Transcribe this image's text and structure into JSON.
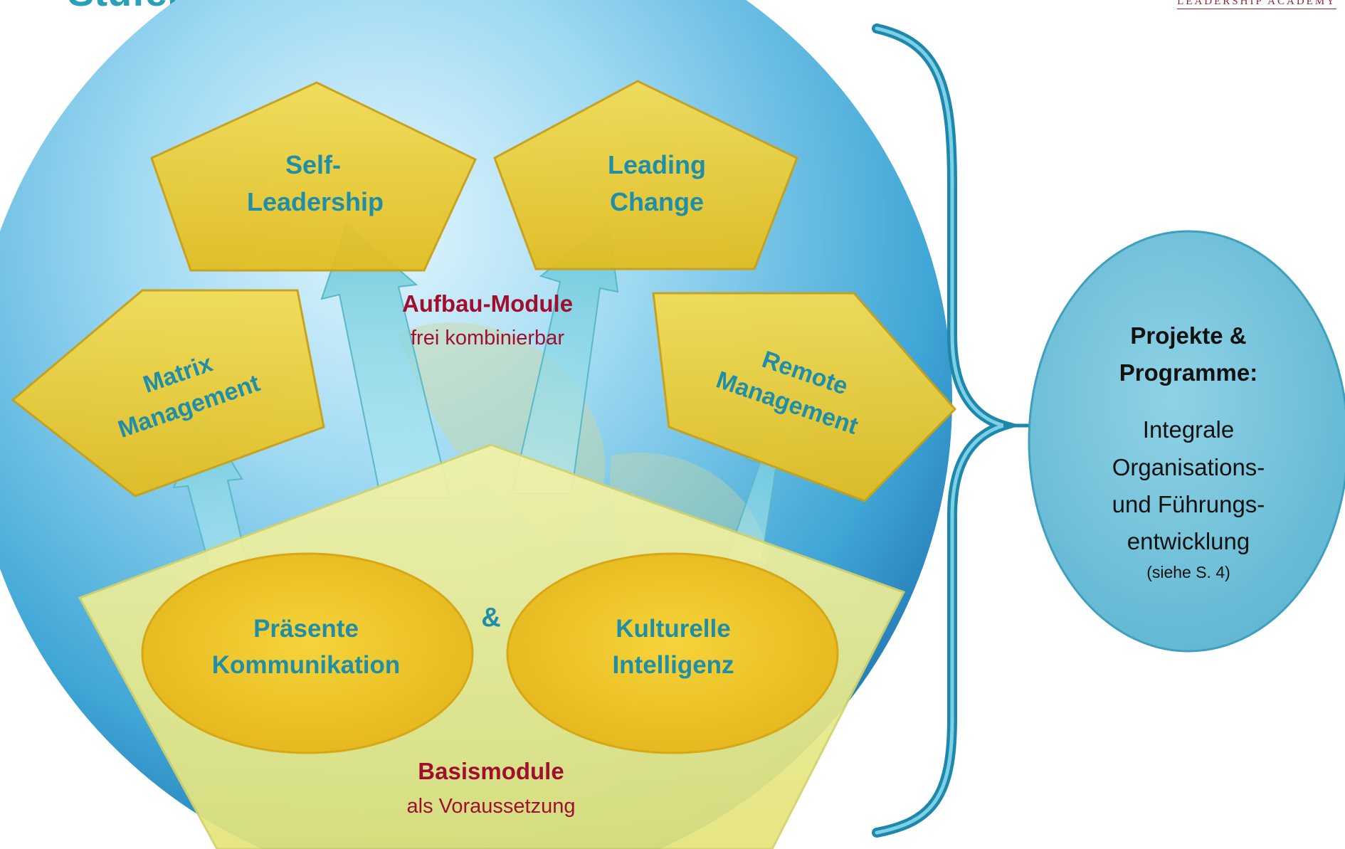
{
  "header": {
    "title_partial": "Stufenlos & integral: Spezialisierbar",
    "brand": "LEADERSHIP ACADEMY"
  },
  "modules": {
    "self_leadership": {
      "line1": "Self-",
      "line2": "Leadership"
    },
    "leading_change": {
      "line1": "Leading",
      "line2": "Change"
    },
    "matrix_management": {
      "line1": "Matrix",
      "line2": "Management"
    },
    "remote_management": {
      "line1": "Remote",
      "line2": "Management"
    },
    "aufbau": {
      "title": "Aufbau-Module",
      "subtitle": "frei kombinierbar"
    },
    "praesente": {
      "line1": "Präsente",
      "line2": "Kommunikation"
    },
    "ampersand": "&",
    "kulturelle": {
      "line1": "Kulturelle",
      "line2": "Intelligenz"
    },
    "basis": {
      "title": "Basismodule",
      "subtitle": "als Voraussetzung"
    }
  },
  "projects": {
    "title1": "Projekte &",
    "title2": "Programme:",
    "l1": "Integrale",
    "l2": "Organisations-",
    "l3": "und Führungs-",
    "l4": "entwicklung",
    "note": "(siehe S. 4)"
  },
  "colors": {
    "teal_text": "#1f8ea6",
    "burgundy": "#a0102e",
    "pentagon_yellow": "#e8c52c",
    "globe_blue": "#5bbbe0",
    "ellipse_blue": "#7cc7df",
    "brace": "#2a8db0"
  }
}
